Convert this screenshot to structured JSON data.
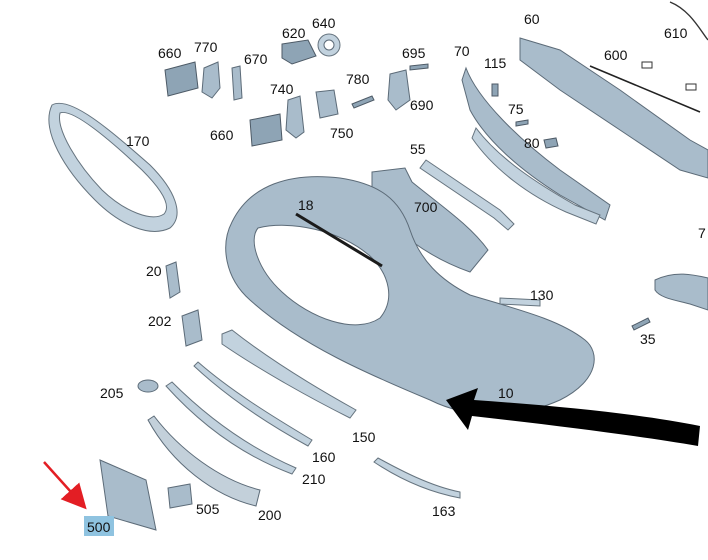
{
  "colors": {
    "part_fill": "#a9bccb",
    "part_stroke": "#5c6b78",
    "highlight_bg": "#8fc3e0",
    "arrow_red": "#e31e24",
    "arrow_black": "#000000"
  },
  "labels": {
    "l10": "10",
    "l18": "18",
    "l20": "20",
    "l35": "35",
    "l55": "55",
    "l60": "60",
    "l70": "70",
    "l75": "75",
    "l80": "80",
    "l115": "115",
    "l130": "130",
    "l150": "150",
    "l160": "160",
    "l163": "163",
    "l170": "170",
    "l200": "200",
    "l202": "202",
    "l205": "205",
    "l210": "210",
    "l500": "500",
    "l505": "505",
    "l600": "600",
    "l610": "610",
    "l620": "620",
    "l640": "640",
    "l660a": "660",
    "l660b": "660",
    "l670": "670",
    "l690": "690",
    "l695": "695",
    "l700": "700",
    "l7": "7",
    "l740": "740",
    "l750": "750",
    "l770": "770",
    "l780": "780"
  },
  "highlighted_part": "500"
}
